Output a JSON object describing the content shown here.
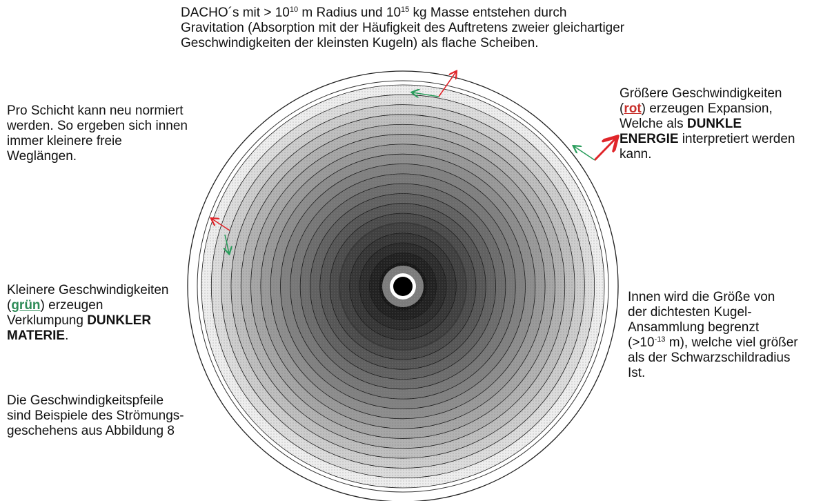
{
  "title": {
    "l1_a": "DACHO´s mit > 10",
    "l1_exp1": "10",
    "l1_b": " m Radius und 10",
    "l1_exp2": "15",
    "l1_c": " kg Masse entstehen durch",
    "l2": "Gravitation (Absorption mit der Häufigkeit des Auftretens zweier gleichartiger",
    "l3": "Geschwindigkeiten der kleinsten Kugeln) als flache Scheiben."
  },
  "left_top": {
    "l1": "Pro Schicht kann neu normiert",
    "l2": "werden. So ergeben sich innen",
    "l3": "immer kleinere freie",
    "l4": "Weglängen."
  },
  "left_middle": {
    "l1": "Kleinere Geschwindigkeiten",
    "open_paren": "(",
    "keyword": "grün",
    "l2_rest": ") erzeugen",
    "l3_a": "Verklumpung ",
    "l3_bold": "DUNKLER",
    "l4_bold": "MATERIE",
    "l4_end": "."
  },
  "left_bottom": {
    "l1": "Die Geschwindigkeitspfeile",
    "l2": "sind Beispiele des Strömungs-",
    "l3": "geschehens aus Abbildung 8"
  },
  "right_top": {
    "l1": "Größere Geschwindigkeiten",
    "open_paren": "(",
    "keyword": "rot",
    "l2_rest": ") erzeugen Expansion,",
    "l3_a": "Welche als ",
    "l3_bold": "DUNKLE",
    "l4_bold": "ENERGIE",
    "l4_rest": " interpretiert werden",
    "l5": "kann."
  },
  "right_bottom": {
    "l1": "Innen wird die Größe von",
    "l2": "der dichtesten Kugel-",
    "l3": "Ansammlung begrenzt",
    "l4_a": "(>10",
    "l4_exp": "-13",
    "l4_b": " m), welche viel größer",
    "l5": "als der Schwarzschildradius",
    "l6": "Ist."
  },
  "colors": {
    "expansion_arrow": "#e0252a",
    "clumping_arrow": "#2a9d5c"
  },
  "icons": [
    "expansion-arrow-icon",
    "clumping-arrow-icon"
  ]
}
